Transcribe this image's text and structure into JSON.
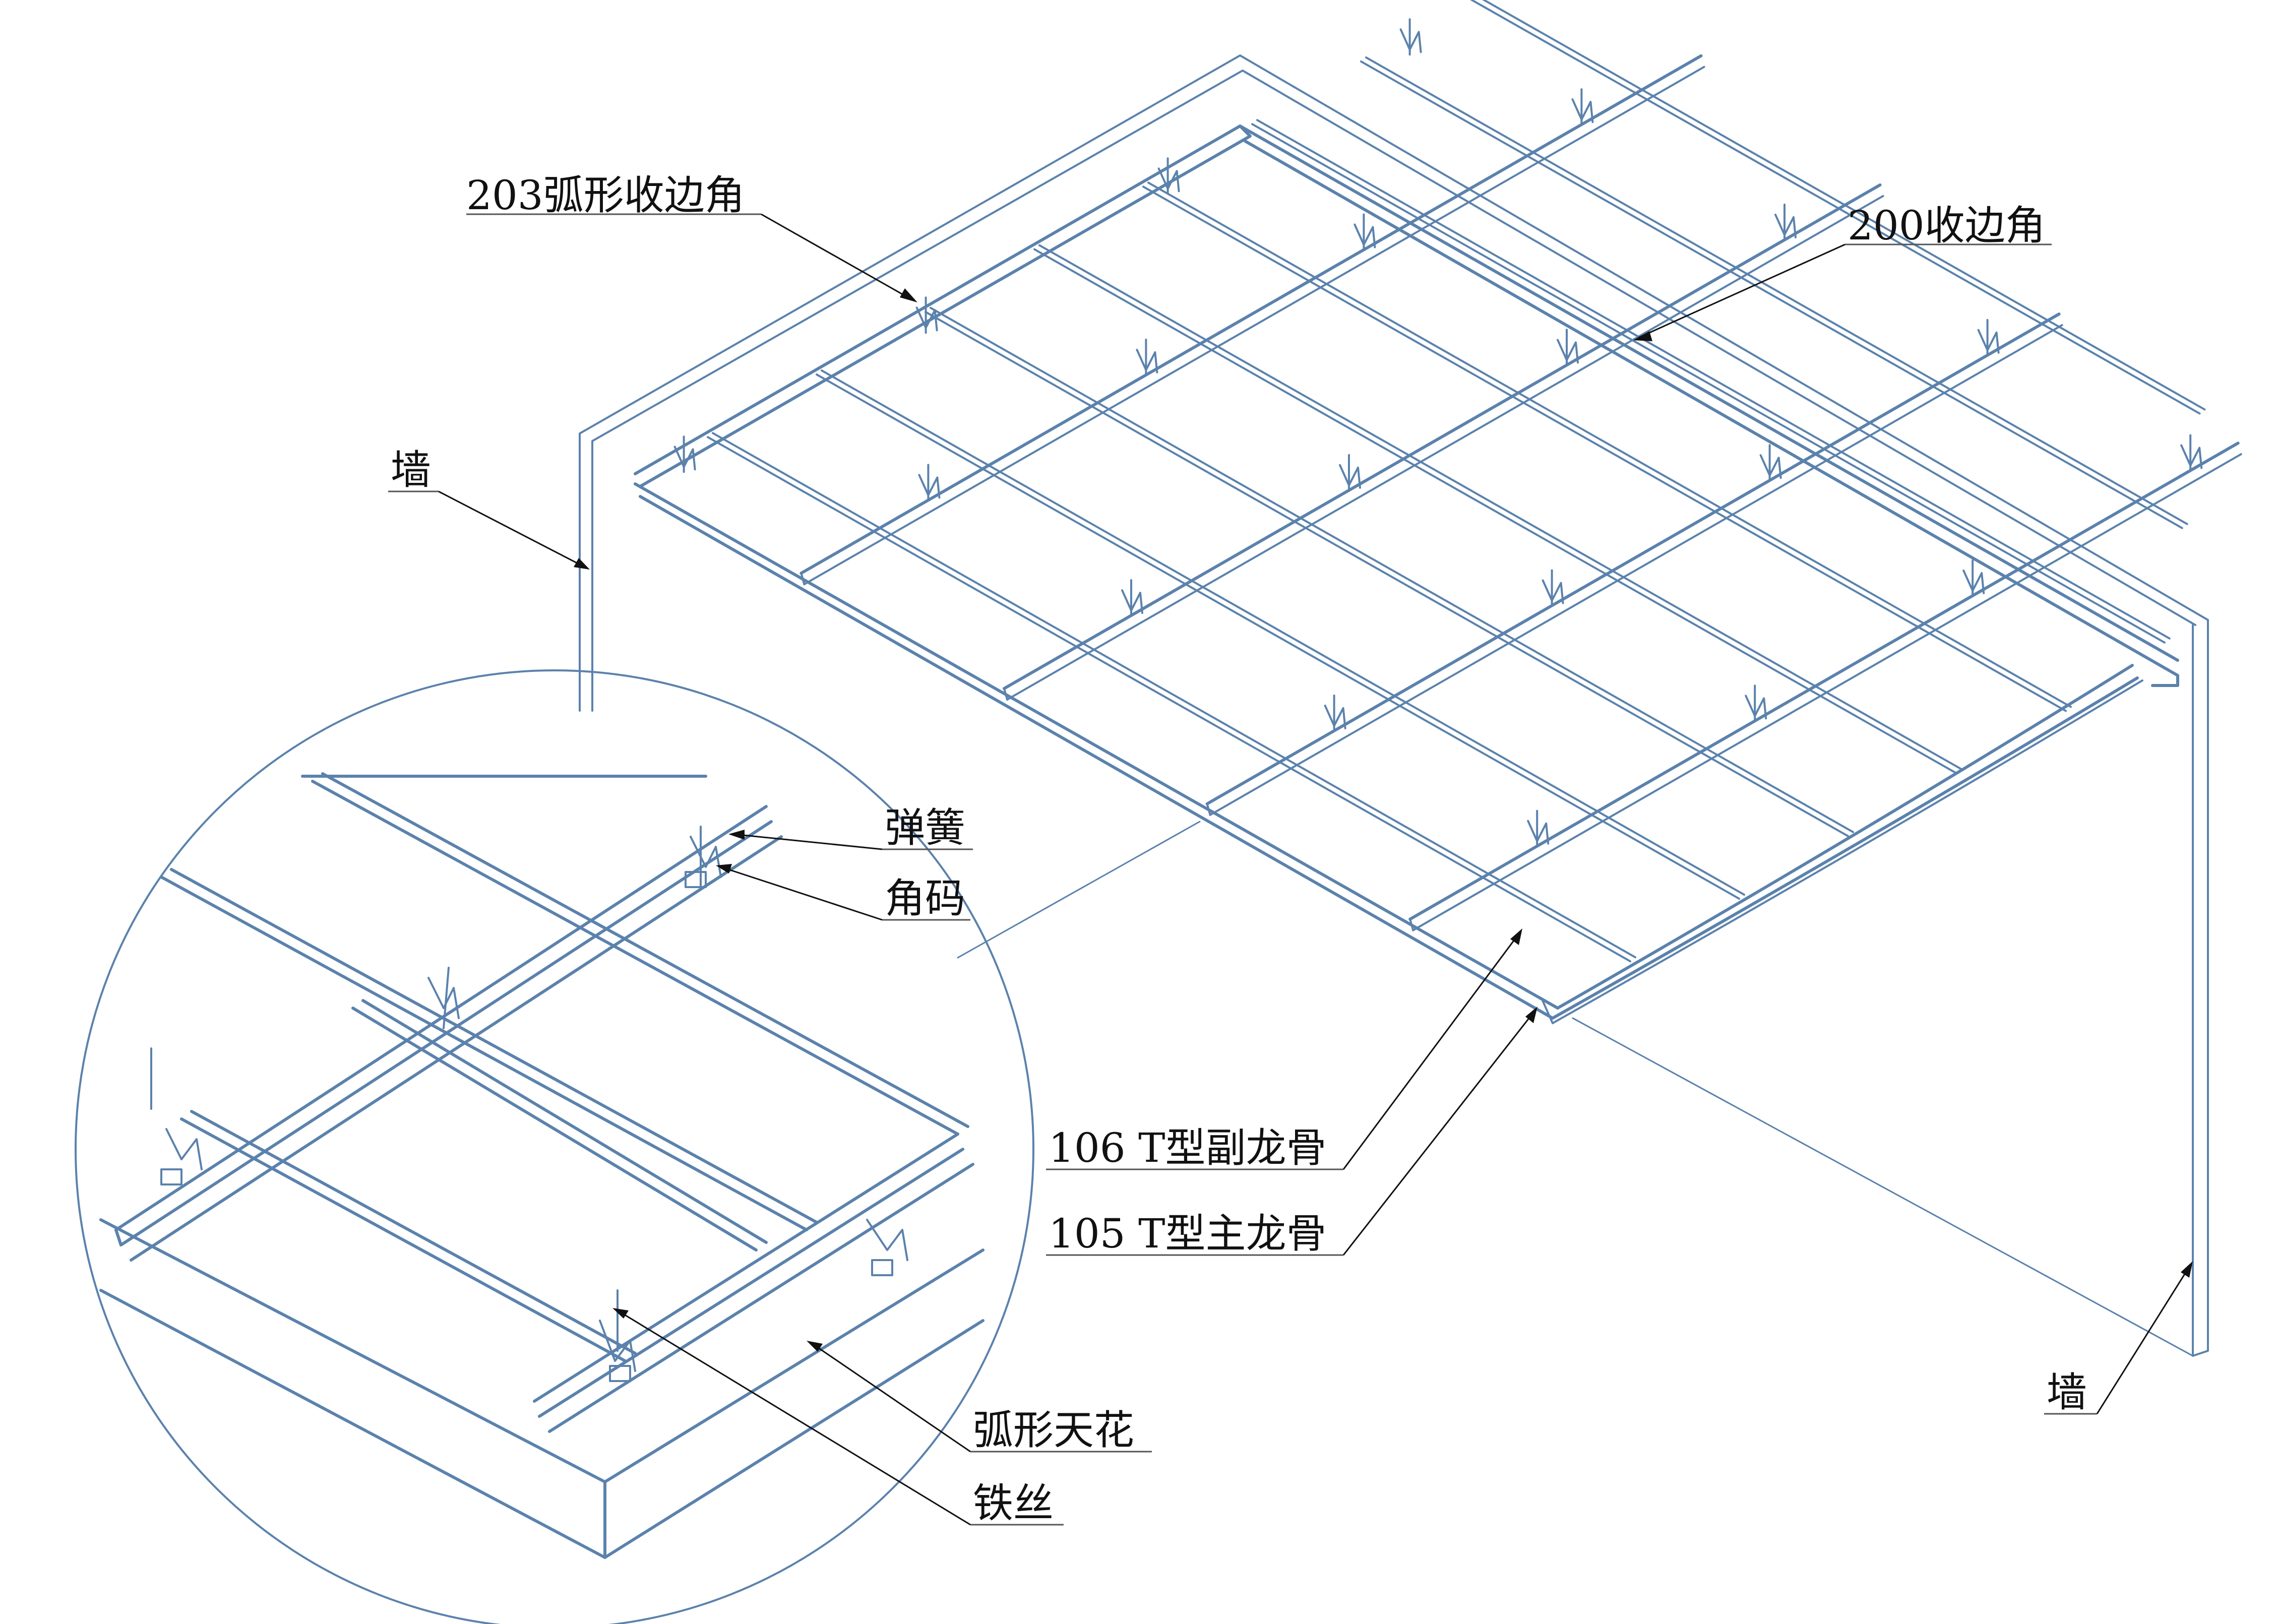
{
  "labels": {
    "edge_arc": "203弧形收边角",
    "edge_200": "200收边角",
    "wall_left": "墙",
    "wall_right": "墙",
    "spring": "弹簧",
    "corner": "角码",
    "cross_tee": "106 T型副龙骨",
    "main_tee": "105 T型主龙骨",
    "arc_ceiling": "弧形天花",
    "wire": "铁丝"
  },
  "colors": {
    "line": "#5b82ac",
    "leader": "#111111",
    "background": "#ffffff"
  }
}
